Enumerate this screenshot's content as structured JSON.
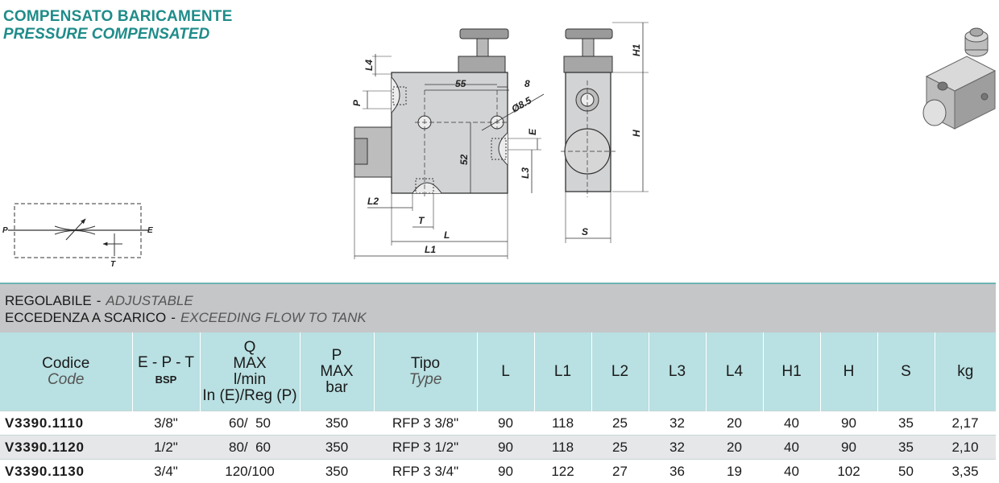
{
  "header": {
    "title_it": "COMPENSATO BARICAMENTE",
    "title_en": "PRESSURE COMPENSATED"
  },
  "drawing": {
    "symbol_labels": {
      "p": "P",
      "e": "E",
      "t": "T"
    },
    "dims": {
      "l4": "L4",
      "p": "P",
      "d55": "55",
      "d8": "8",
      "dia": "Ø8.5",
      "e": "E",
      "d52": "52",
      "l3": "L3",
      "l2": "L2",
      "t": "T",
      "l": "L",
      "l1": "L1",
      "h1": "H1",
      "h": "H",
      "s": "S"
    }
  },
  "section": {
    "line1_it": "REGOLABILE",
    "line1_en": "ADJUSTABLE",
    "line2_it": "ECCEDENZA A SCARICO",
    "line2_en": "EXCEEDING FLOW TO TANK",
    "separator": "-"
  },
  "table": {
    "headers": {
      "code_it": "Codice",
      "code_en": "Code",
      "ept": "E - P - T",
      "bsp": "BSP",
      "q1": "Q",
      "q2": "MAX",
      "q3": "l/min",
      "q4": "In (E)/Reg (P)",
      "p1": "P",
      "p2": "MAX",
      "p3": "bar",
      "tipo_it": "Tipo",
      "tipo_en": "Type",
      "l": "L",
      "l1": "L1",
      "l2": "L2",
      "l3": "L3",
      "l4": "L4",
      "h1": "H1",
      "h": "H",
      "s": "S",
      "kg": "kg"
    },
    "rows": [
      {
        "code": "V3390.1110",
        "ept": "3/8\"",
        "q": "60/  50",
        "p": "350",
        "tipo": "RFP 3 3/8\"",
        "l": "90",
        "l1": "118",
        "l2": "25",
        "l3": "32",
        "l4": "20",
        "h1": "40",
        "h": "90",
        "s": "35",
        "kg": "2,17"
      },
      {
        "code": "V3390.1120",
        "ept": "1/2\"",
        "q": "80/  60",
        "p": "350",
        "tipo": "RFP 3 1/2\"",
        "l": "90",
        "l1": "118",
        "l2": "25",
        "l3": "32",
        "l4": "20",
        "h1": "40",
        "h": "90",
        "s": "35",
        "kg": "2,10"
      },
      {
        "code": "V3390.1130",
        "ept": "3/4\"",
        "q": "120/100",
        "p": "350",
        "tipo": "RFP 3 3/4\"",
        "l": "90",
        "l1": "122",
        "l2": "27",
        "l3": "36",
        "l4": "19",
        "h1": "40",
        "h": "102",
        "s": "50",
        "kg": "3,35"
      }
    ]
  },
  "colors": {
    "accent": "#1f8c8a",
    "header_bg": "#b9e0e2",
    "section_bg": "#c5c6c8",
    "row_alt": "#e6e7e9"
  }
}
